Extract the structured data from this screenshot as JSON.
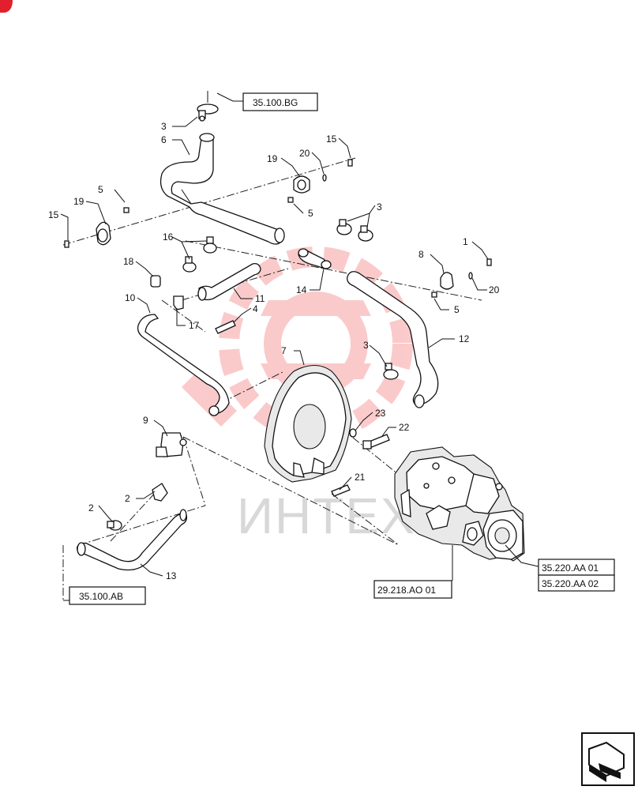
{
  "watermark": {
    "text": "ИНТЕХ",
    "logo_color": "#f25c5c"
  },
  "callouts": {
    "c1": "1",
    "c2a": "2",
    "c2b": "2",
    "c3a": "3",
    "c3b": "3",
    "c3c": "3",
    "c4": "4",
    "c5a": "5",
    "c5b": "5",
    "c5c": "5",
    "c6": "6",
    "c7": "7",
    "c8": "8",
    "c9": "9",
    "c10": "10",
    "c11": "11",
    "c12": "12",
    "c13": "13",
    "c14": "14",
    "c15a": "15",
    "c15b": "15",
    "c16": "16",
    "c17": "17",
    "c18": "18",
    "c19a": "19",
    "c19b": "19",
    "c20a": "20",
    "c20b": "20",
    "c21": "21",
    "c22": "22",
    "c23": "23"
  },
  "references": {
    "r_35100bg": "35.100.BG",
    "r_35100ab": "35.100.AB",
    "r_29218ao01": "29.218.AO 01",
    "r_35220aa01": "35.220.AA 01",
    "r_35220aa02": "35.220.AA 02"
  },
  "icons": {
    "corner_marker": "red-corner-marker-icon",
    "nav_arrow": "bottom-right-navigation-arrow-icon"
  },
  "colors": {
    "line": "#111111",
    "corner_marker": "#e0202c",
    "watermark_text": "#d8d8d8"
  }
}
